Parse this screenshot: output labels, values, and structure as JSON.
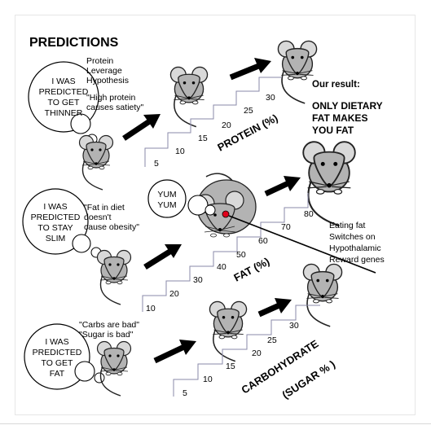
{
  "title": "PREDICTIONS",
  "colors": {
    "mouse_body": "#b3b3b3",
    "mouse_outline": "#222222",
    "ear_inner": "#d9d9d9",
    "arrow": "#000000",
    "step_line": "#8a8aa8",
    "reward_dot": "#e0001b"
  },
  "protein": {
    "bubble": [
      "I WAS",
      "PREDICTED",
      "TO GET",
      "THINNER"
    ],
    "hypothesis": [
      "Protein",
      "Leverage",
      "Hypothesis"
    ],
    "quote": [
      "\"High protein",
      "causes satiety\""
    ],
    "steps": [
      "5",
      "10",
      "15",
      "20",
      "25",
      "30"
    ],
    "axis_label": "PROTEIN (%)"
  },
  "fat": {
    "bubble": [
      "I WAS",
      "PREDICTED",
      "TO STAY",
      "SLIM"
    ],
    "quote": [
      "\"Fat in diet",
      "doesn't",
      "cause obesity\""
    ],
    "yum": [
      "YUM",
      "YUM"
    ],
    "steps": [
      "10",
      "20",
      "30",
      "40",
      "50",
      "60",
      "70",
      "80"
    ],
    "axis_label": "FAT (%)",
    "reward_note": [
      "Eating fat",
      "Switches on",
      "Hypothalamic",
      "Reward genes"
    ]
  },
  "carbs": {
    "bubble": [
      "I WAS",
      "PREDICTED",
      "TO GET",
      "FAT"
    ],
    "quotes": [
      "\"Carbs are bad\"",
      "\"Sugar is bad\""
    ],
    "steps": [
      "5",
      "10",
      "15",
      "20",
      "25",
      "30"
    ],
    "axis_label_1": "CARBOHYDRATE",
    "axis_label_2": "(SUGAR % )"
  },
  "result": {
    "heading": "Our result:",
    "lines": [
      "ONLY DIETARY",
      "FAT MAKES",
      "YOU FAT"
    ]
  }
}
